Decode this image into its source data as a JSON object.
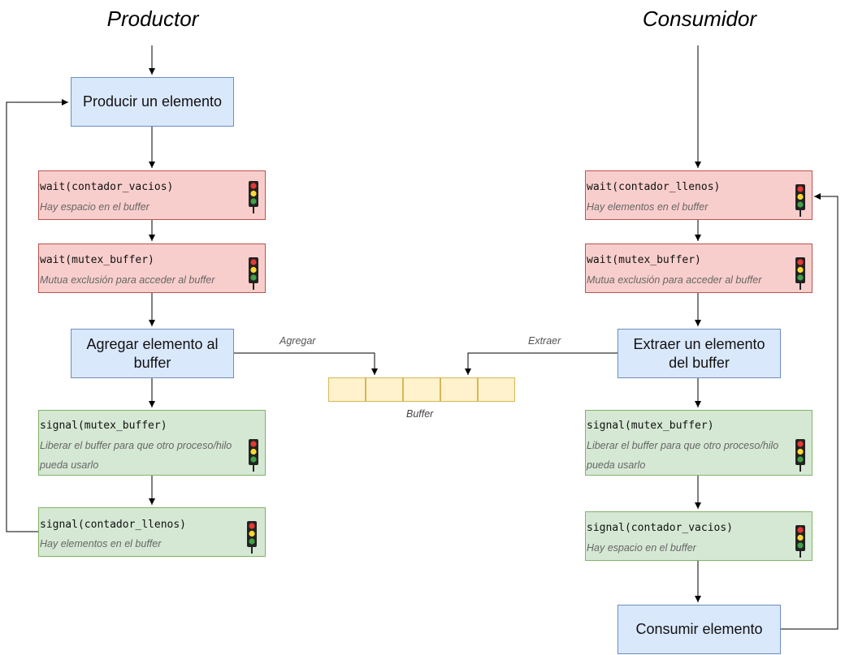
{
  "productor": {
    "title": "Productor",
    "producir": "Producir un elemento",
    "wait_vacios": {
      "code": "wait(contador_vacios)",
      "desc": "Hay espacio en el buffer"
    },
    "wait_mutex": {
      "code": "wait(mutex_buffer)",
      "desc": "Mutua exclusión para acceder al buffer"
    },
    "agregar": "Agregar elemento al buffer",
    "signal_mutex": {
      "code": "signal(mutex_buffer)",
      "desc": "Liberar el buffer para que otro proceso/hilo pueda usarlo"
    },
    "signal_llenos": {
      "code": "signal(contador_llenos)",
      "desc": "Hay elementos en el buffer"
    }
  },
  "consumidor": {
    "title": "Consumidor",
    "wait_llenos": {
      "code": "wait(contador_llenos)",
      "desc": "Hay elementos en el buffer"
    },
    "wait_mutex": {
      "code": "wait(mutex_buffer)",
      "desc": "Mutua exclusión para acceder al buffer"
    },
    "extraer": "Extraer un elemento del buffer",
    "signal_mutex": {
      "code": "signal(mutex_buffer)",
      "desc": "Liberar el buffer para que otro proceso/hilo pueda usarlo"
    },
    "signal_vacios": {
      "code": "signal(contador_vacios)",
      "desc": "Hay espacio en el buffer"
    },
    "consumir": "Consumir elemento"
  },
  "buffer": {
    "label": "Buffer",
    "agregar_label": "Agregar",
    "extraer_label": "Extraer"
  },
  "colors": {
    "process_fill": "#dae8fc",
    "wait_fill": "#f8cecc",
    "signal_fill": "#d5e8d4",
    "buffer_fill": "#fff2cc"
  },
  "icons": {
    "semaphore": "traffic-light-icon"
  }
}
